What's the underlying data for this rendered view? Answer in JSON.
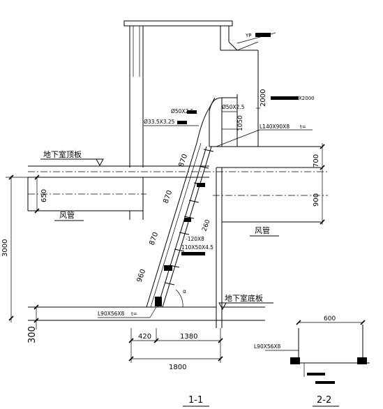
{
  "labels": {
    "yp": "YP",
    "basement_roof": "地下室顶板",
    "basement_floor": "地下室底板",
    "duct_left": "风管",
    "duct_right": "风管",
    "pipe_50": "Ø50X2.5",
    "pipe_33": "Ø33.5X3.25",
    "pipe_50_right": "Ø50X2.5",
    "angle_140": "L140X90X8",
    "angle_90_left": "L90X56X8",
    "angle_90_section": "L90X56X8",
    "flat_120": "-120X8",
    "channel": "110X50X4.5",
    "spec_top": "X2000",
    "weld_mark_right": "t=",
    "weld_mark_left": "t=",
    "angle_mark": "α"
  },
  "dimensions": {
    "d2000": "2000",
    "d1050": "1050",
    "d700": "700",
    "d900": "900",
    "d650": "650",
    "d3000": "3000",
    "d300": "300",
    "d420": "420",
    "d1380": "1380",
    "d1800": "1800",
    "d600": "600",
    "d870a": "870",
    "d870b": "870",
    "d870c": "870",
    "d960": "960",
    "d260": "260"
  },
  "sections": {
    "section_1": "1-1",
    "section_2": "2-2"
  }
}
